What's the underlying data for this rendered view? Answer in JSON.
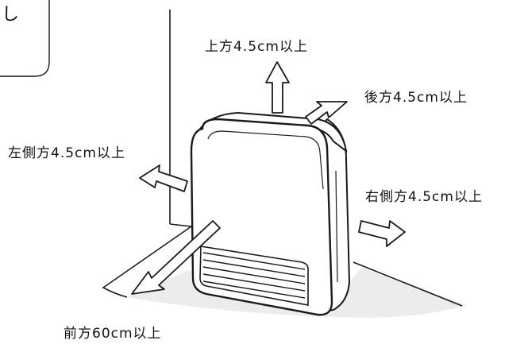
{
  "labels": {
    "top": "上方4.5cm以上",
    "back": "後方4.5cm以上",
    "left": "左側方4.5cm以上",
    "right": "右側方4.5cm以上",
    "front": "前方60cm以上"
  },
  "callout": {
    "text": "し"
  },
  "colors": {
    "line": "#1a1a1a",
    "floor": "#ededed",
    "arrow_fill": "#ffffff"
  }
}
